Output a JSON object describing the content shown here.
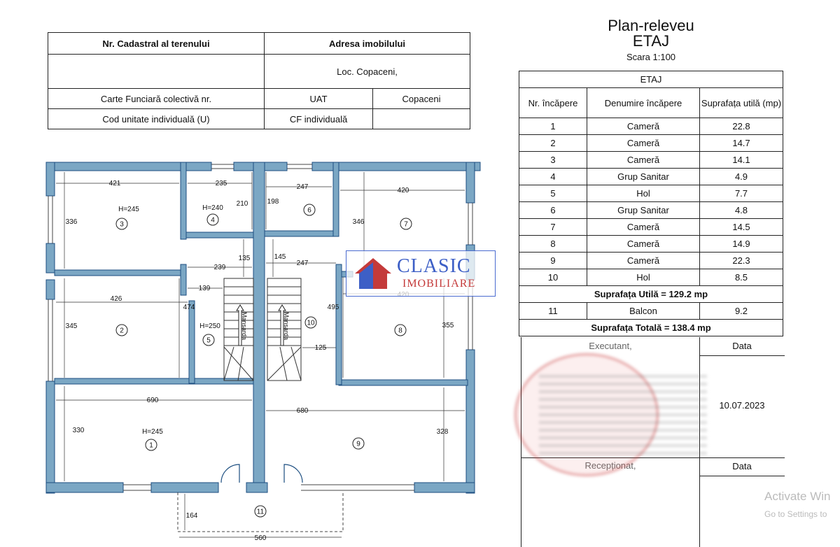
{
  "cadastral": {
    "h_cadastral": "Nr. Cadastral al terenului",
    "h_address": "Adresa imobilului",
    "address_value": "Loc. Copaceni,",
    "carte_label": "Carte Funciară colectivă nr.",
    "uat_label": "UAT",
    "uat_value": "Copaceni",
    "cod_label": "Cod unitate individuală (U)",
    "cf_label": "CF individuală"
  },
  "header": {
    "title": "Plan-releveu",
    "subtitle": "ETAJ",
    "scale": "Scara 1:100"
  },
  "rooms_table": {
    "section": "ETAJ",
    "col_nr": "Nr. încăpere",
    "col_name": "Denumire încăpere",
    "col_area": "Suprafața utilă (mp)",
    "rows": [
      {
        "nr": "1",
        "name": "Cameră",
        "area": "22.8"
      },
      {
        "nr": "2",
        "name": "Cameră",
        "area": "14.7"
      },
      {
        "nr": "3",
        "name": "Cameră",
        "area": "14.1"
      },
      {
        "nr": "4",
        "name": "Grup Sanitar",
        "area": "4.9"
      },
      {
        "nr": "5",
        "name": "Hol",
        "area": "7.7"
      },
      {
        "nr": "6",
        "name": "Grup Sanitar",
        "area": "4.8"
      },
      {
        "nr": "7",
        "name": "Cameră",
        "area": "14.5"
      },
      {
        "nr": "8",
        "name": "Cameră",
        "area": "14.9"
      },
      {
        "nr": "9",
        "name": "Cameră",
        "area": "22.3"
      },
      {
        "nr": "10",
        "name": "Hol",
        "area": "8.5"
      }
    ],
    "useful_total": "Suprafața Utilă = 129.2 mp",
    "balcony": {
      "nr": "11",
      "name": "Balcon",
      "area": "9.2"
    },
    "total": "Suprafața Totală = 138.4 mp"
  },
  "signature": {
    "executant": "Executant,",
    "data_label": "Data",
    "date_value": "10.07.2023",
    "receptionat": "Recepționat,",
    "data_label2": "Data"
  },
  "logo": {
    "line1": "CLASIC",
    "line2": "IMOBILIARE"
  },
  "watermark": {
    "line1": "Activate Win",
    "line2": "Go to Settings to"
  },
  "plan": {
    "dims": [
      "421",
      "235",
      "247",
      "420",
      "336",
      "210",
      "198",
      "346",
      "239",
      "135",
      "145",
      "247",
      "139",
      "426",
      "474",
      "495",
      "420",
      "345",
      "355",
      "125",
      "690",
      "680",
      "330",
      "328",
      "164",
      "560"
    ],
    "room_numbers": [
      "1",
      "2",
      "3",
      "4",
      "5",
      "6",
      "7",
      "8",
      "9",
      "10",
      "11"
    ],
    "heights": [
      "H=245",
      "H=240",
      "H=250",
      "H=245"
    ],
    "stair_label": "Mansarda"
  },
  "colors": {
    "wall_fill": "#7ba7c4",
    "wall_stroke": "#1c4e80",
    "logo_blue": "#3d5fc6",
    "logo_red": "#c43a3a"
  }
}
